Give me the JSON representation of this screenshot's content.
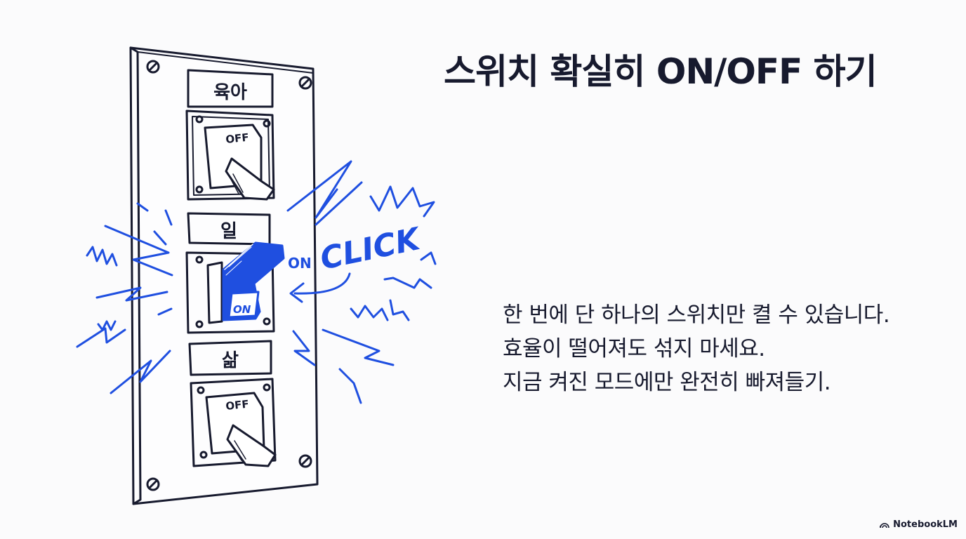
{
  "slide": {
    "title": "스위치 확실히 ON/OFF 하기",
    "body_lines": [
      "한 번에 단 하나의 스위치만 켤 수 있습니다.",
      "효율이 떨어져도 섞지 마세요.",
      "지금 켜진 모드에만 완전히 빠져들기."
    ]
  },
  "illustration": {
    "switches": [
      {
        "label": "육아",
        "state": "OFF",
        "state_label": "OFF"
      },
      {
        "label": "일",
        "state": "ON",
        "state_label": "ON"
      },
      {
        "label": "삶",
        "state": "OFF",
        "state_label": "OFF"
      }
    ],
    "on_callout": "ON",
    "click_callout": "CLICK"
  },
  "brand": {
    "name": "NotebookLM",
    "icon": "notebooklm-logo-icon"
  },
  "colors": {
    "ink": "#171a2e",
    "accent_blue": "#1f4fe0",
    "background": "#fbfbfc"
  }
}
